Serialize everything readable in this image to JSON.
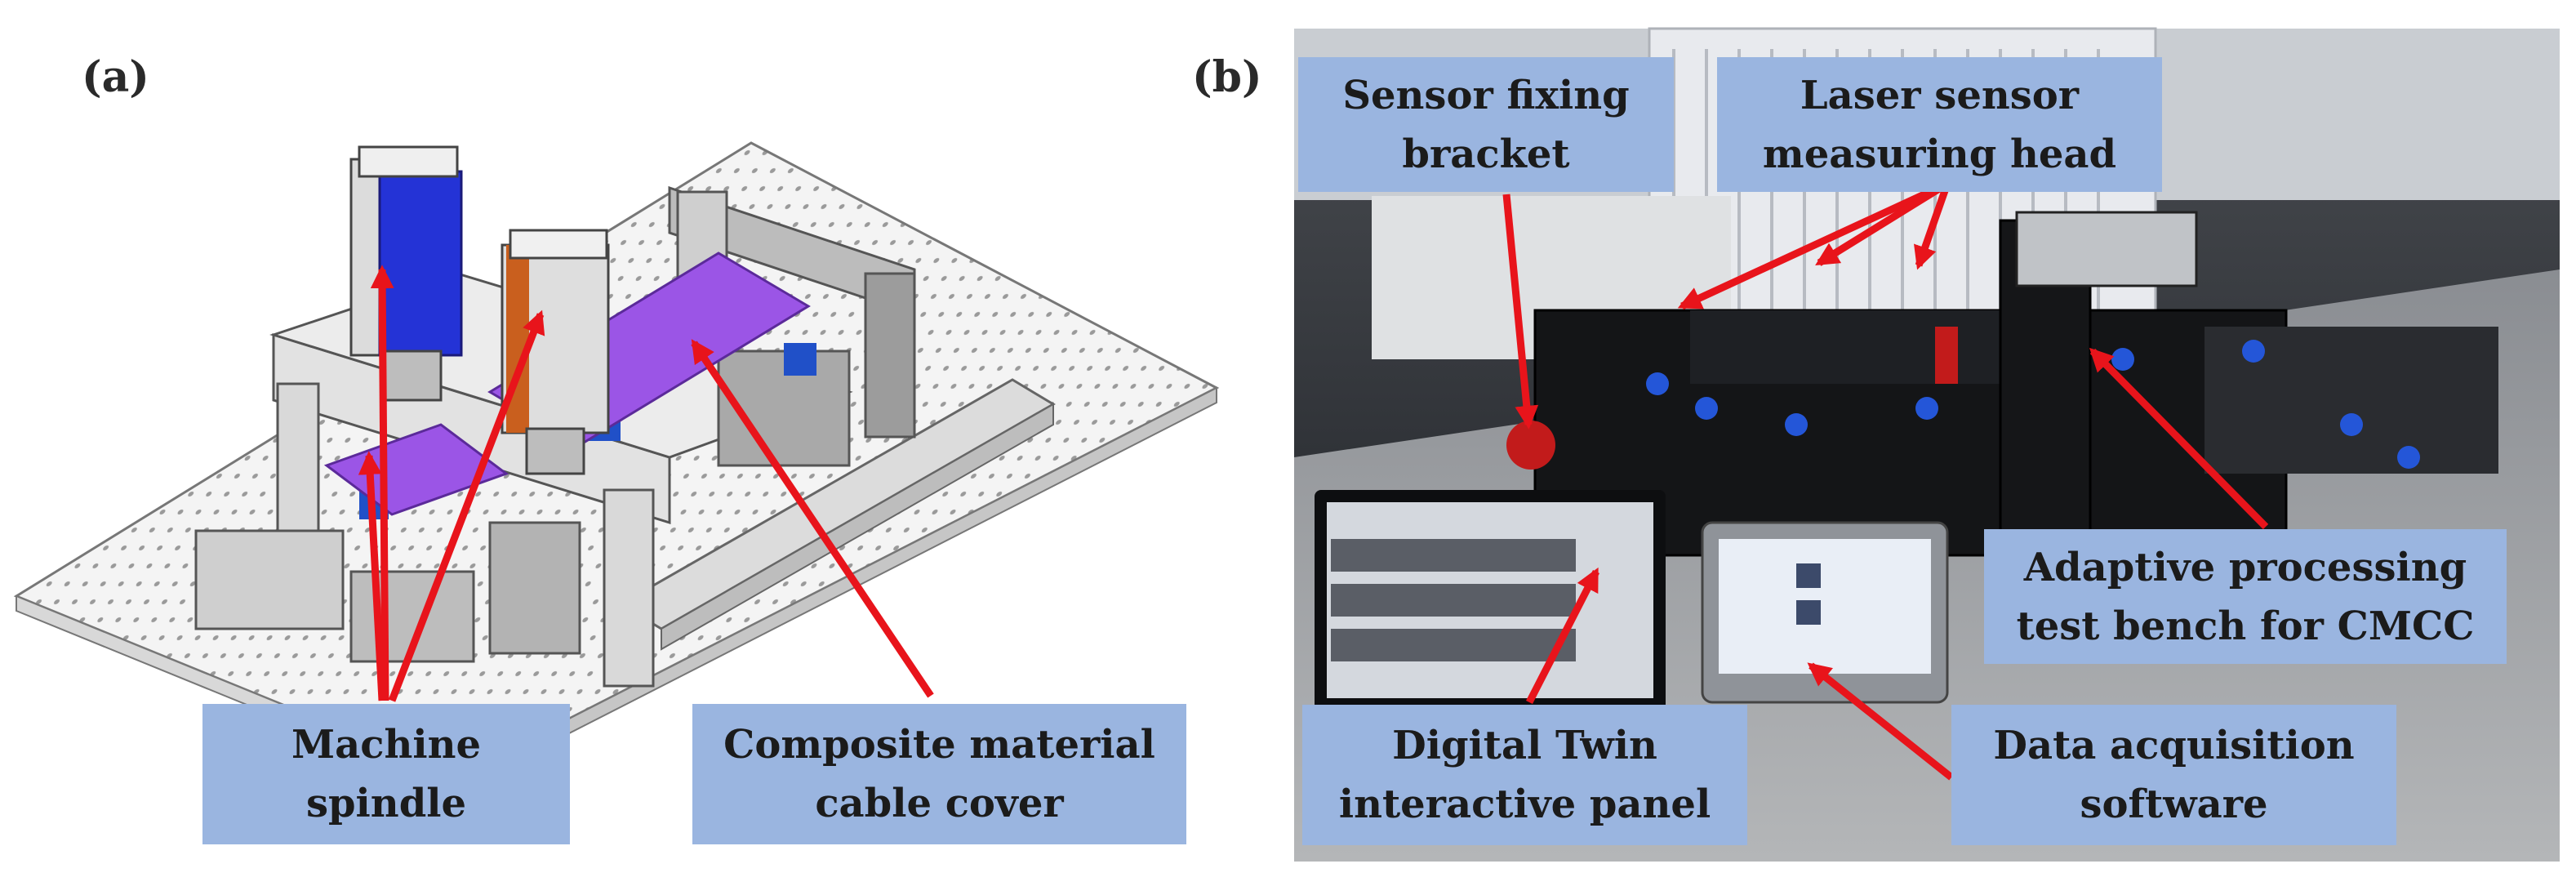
{
  "panels": {
    "a": {
      "label": "(a)"
    },
    "b": {
      "label": "(b)"
    }
  },
  "callouts": {
    "machine_spindle": "Machine\nspindle",
    "cable_cover": "Composite material\ncable cover",
    "sensor_bracket": "Sensor fixing\nbracket",
    "laser_head": "Laser sensor\nmeasuring head",
    "test_bench": "Adaptive processing\ntest bench for CMCC",
    "digital_twin": "Digital Twin\ninteractive panel",
    "daq_software": "Data acquisition\nsoftware"
  },
  "colors": {
    "callout_fill": "#9ab5e0",
    "arrow": "#e8141b",
    "cable_cover": "#9b55e6",
    "spindle_blue": "#2433d6",
    "photo_bg": "#3a3d44"
  }
}
